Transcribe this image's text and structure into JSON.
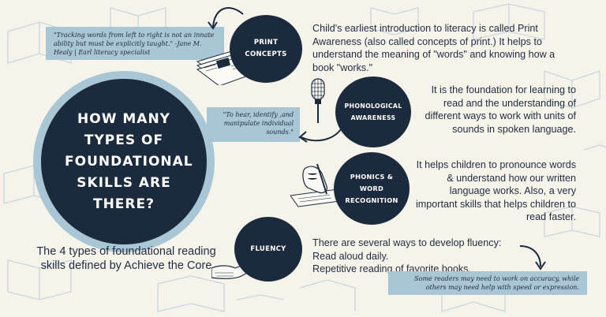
{
  "title": "HOW MANY TYPES OF FOUNDATIONAL SKILLS ARE THERE?",
  "subtitle": "The 4 types of foundational reading skills defined by Achieve the Core",
  "quote": "\"Tracking words from left to right is not an innate ability but must be explicitly taught.\" -Jane M. Healy | Earl literacy specialist",
  "skills": [
    {
      "label": "PRINT CONCEPTS",
      "description": "Child's earliest introduction to literacy is called Print Awareness (also called concepts of print.) It helps to understand the meaning of \"words\" and knowing how a book \"works.\""
    },
    {
      "label": "PHONOLOGICAL AWARENESS",
      "description": "It is the foundation for learning to read and the understanding of different ways to work with units of sounds in spoken language.",
      "note": "\"To hear, identify ,and manipulate individual sounds.\""
    },
    {
      "label": "PHONICS & WORD RECOGNITION",
      "description": "It helps children to pronounce words & understand how our written language works. Also, a very important skills that helps children to read faster."
    },
    {
      "label": "FLUENCY",
      "description_lines": [
        "There are several ways to develop fluency:",
        "Read aloud daily.",
        "Repetitive reading of favorite books."
      ],
      "note": "Some readers may need to work on accuracy, while others may need help with speed or expression."
    }
  ],
  "colors": {
    "navy": "#1c2a3e",
    "light_blue": "#a9c6d6",
    "background": "#f6f4ea"
  },
  "icons": [
    "newspaper-illustration",
    "microphone-illustration",
    "writing-hand-illustration",
    "hands-with-book-illustration",
    "curved-arrow-icon"
  ]
}
